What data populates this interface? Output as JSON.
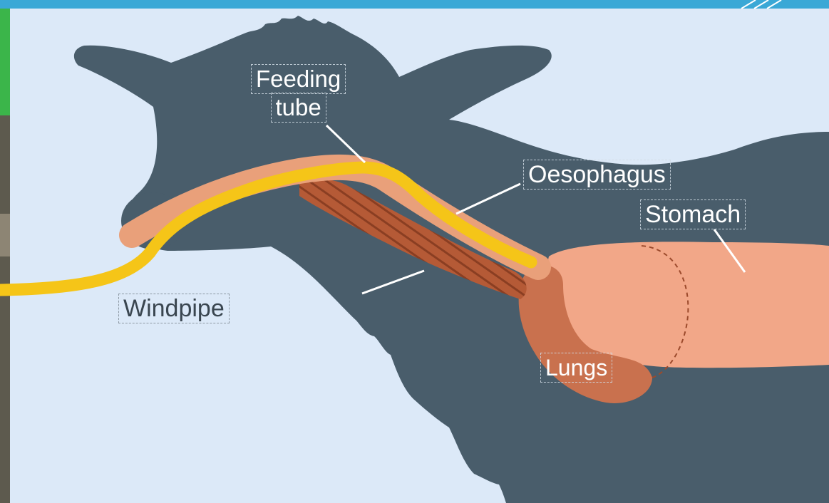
{
  "labels": {
    "feeding_tube_line1": "Feeding",
    "feeding_tube_line2": "tube",
    "oesophagus": "Oesophagus",
    "stomach": "Stomach",
    "windpipe": "Windpipe",
    "lungs": "Lungs"
  },
  "colors": {
    "background": "#dce9f8",
    "cow_silhouette": "#495d6b",
    "feeding_tube": "#f5c518",
    "oesophagus": "#e9a07a",
    "windpipe": "#b55a36",
    "lungs": "#c9714e",
    "stomach": "#f2a788",
    "top_bar": "#3aa8d6",
    "left_strip_green": "#3bb54a"
  }
}
